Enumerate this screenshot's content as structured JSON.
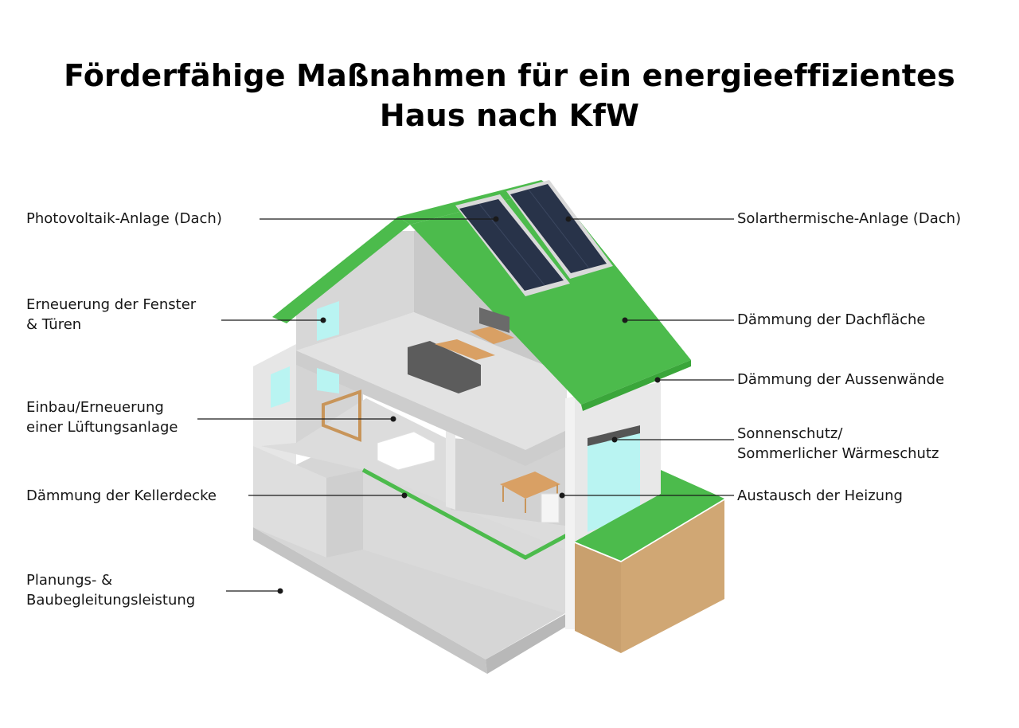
{
  "title": {
    "line1": "Förderfähige Maßnahmen für ein energieeffizientes",
    "line2": "Haus nach KfW"
  },
  "colors": {
    "roof_green": "#4cbb4c",
    "wall_light": "#e4e4e4",
    "wall_mid": "#cfcfcf",
    "floor": "#d8d8d8",
    "solar_panel": "#283349",
    "soil": "#c9a06e",
    "window_glass": "#b9f4f2",
    "furniture_wood": "#d9a064",
    "sofa": "#5c5c5c",
    "leader_line": "#1a1a1a"
  },
  "labels_left": [
    {
      "id": "photovoltaik",
      "lines": [
        "Photovoltaik-Anlage (Dach)"
      ]
    },
    {
      "id": "fenster",
      "lines": [
        "Erneuerung der Fenster",
        "& Türen"
      ]
    },
    {
      "id": "lueftung",
      "lines": [
        "Einbau/Erneuerung",
        "einer Lüftungsanlage"
      ]
    },
    {
      "id": "kellerdecke",
      "lines": [
        "Dämmung der Kellerdecke"
      ]
    },
    {
      "id": "planung",
      "lines": [
        "Planungs- &",
        "Baubegleitungsleistung"
      ]
    }
  ],
  "labels_right": [
    {
      "id": "solarthermie",
      "lines": [
        "Solarthermische-Anlage (Dach)"
      ]
    },
    {
      "id": "dachflaeche",
      "lines": [
        "Dämmung der Dachfläche"
      ]
    },
    {
      "id": "aussenwaende",
      "lines": [
        "Dämmung der Aussenwände"
      ]
    },
    {
      "id": "sonnenschutz",
      "lines": [
        "Sonnenschutz/",
        "Sommerlicher Wärmeschutz"
      ]
    },
    {
      "id": "heizung",
      "lines": [
        "Austausch der Heizung"
      ]
    }
  ]
}
